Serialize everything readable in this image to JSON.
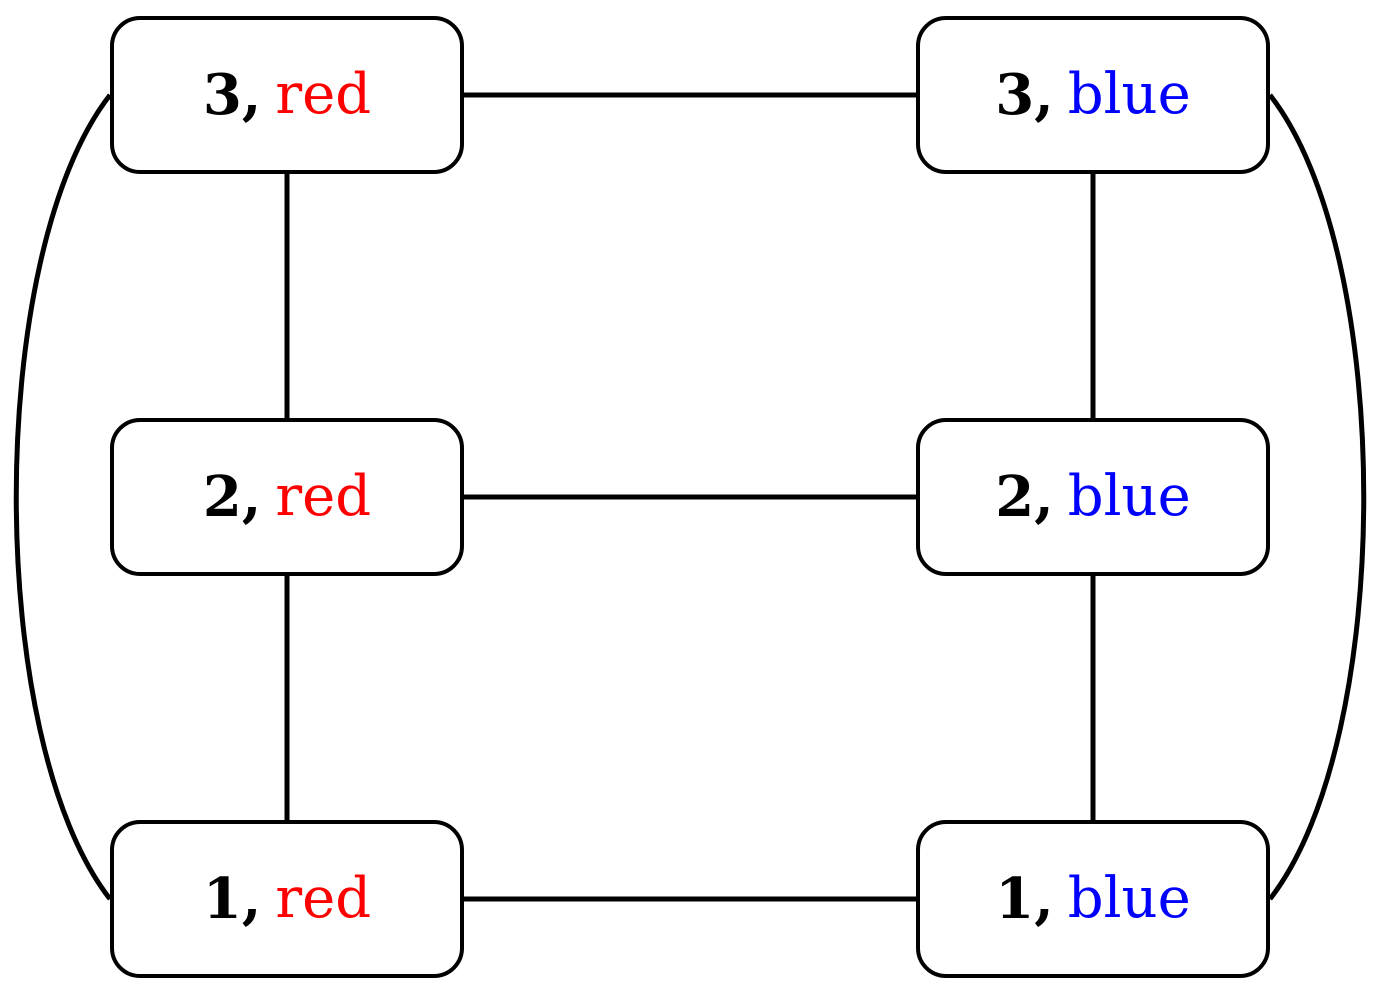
{
  "diagram": {
    "kind": "undirected-graph",
    "palette": {
      "red": "#ff0000",
      "blue": "#0000ff",
      "node_border": "#000000",
      "node_fill": "#ffffff",
      "edge": "#000000",
      "background": "#ffffff"
    },
    "nodes": [
      {
        "id": "3-red",
        "number": "3,",
        "word": "red",
        "word_color": "#ff0000"
      },
      {
        "id": "3-blue",
        "number": "3,",
        "word": "blue",
        "word_color": "#0000ff"
      },
      {
        "id": "2-red",
        "number": "2,",
        "word": "red",
        "word_color": "#ff0000"
      },
      {
        "id": "2-blue",
        "number": "2,",
        "word": "blue",
        "word_color": "#0000ff"
      },
      {
        "id": "1-red",
        "number": "1,",
        "word": "red",
        "word_color": "#ff0000"
      },
      {
        "id": "1-blue",
        "number": "1,",
        "word": "blue",
        "word_color": "#0000ff"
      }
    ],
    "edges": [
      {
        "from": "3-red",
        "to": "3-blue",
        "style": "straight"
      },
      {
        "from": "2-red",
        "to": "2-blue",
        "style": "straight"
      },
      {
        "from": "1-red",
        "to": "1-blue",
        "style": "straight"
      },
      {
        "from": "3-red",
        "to": "2-red",
        "style": "straight"
      },
      {
        "from": "2-red",
        "to": "1-red",
        "style": "straight"
      },
      {
        "from": "3-blue",
        "to": "2-blue",
        "style": "straight"
      },
      {
        "from": "2-blue",
        "to": "1-blue",
        "style": "straight"
      },
      {
        "from": "3-red",
        "to": "1-red",
        "style": "curved-left-outside"
      },
      {
        "from": "3-blue",
        "to": "1-blue",
        "style": "curved-right-outside"
      }
    ]
  }
}
